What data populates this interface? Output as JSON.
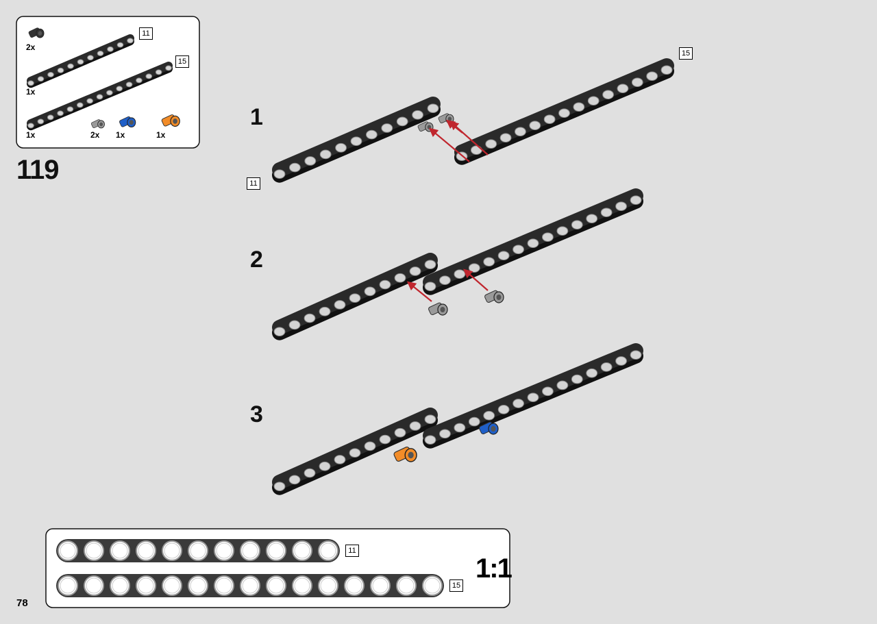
{
  "page_number": "78",
  "step_number": "119",
  "parts_callout": {
    "items": [
      {
        "qty": "2x",
        "part": "black-axle-pin"
      },
      {
        "qty": "1x",
        "part": "beam",
        "length": "11"
      },
      {
        "qty": "1x",
        "part": "beam",
        "length": "15"
      },
      {
        "qty": "2x",
        "part": "gray-pin"
      },
      {
        "qty": "1x",
        "part": "blue-axle-pin"
      },
      {
        "qty": "1x",
        "part": "orange-axle-pin"
      }
    ]
  },
  "substeps": [
    {
      "number": "1",
      "beam_labels": [
        "11",
        "15"
      ]
    },
    {
      "number": "2"
    },
    {
      "number": "3"
    }
  ],
  "scale_ruler": {
    "ratio": "1:1",
    "beams": [
      {
        "holes": 11,
        "label": "11"
      },
      {
        "holes": 15,
        "label": "15"
      }
    ]
  },
  "colors": {
    "background": "#e0e0e0",
    "beam": "#2a2a2a",
    "arrow": "#c0262e",
    "orange_part": "#f28c28",
    "blue_part": "#1f5fc8",
    "gray_part": "#9a9a9a"
  }
}
